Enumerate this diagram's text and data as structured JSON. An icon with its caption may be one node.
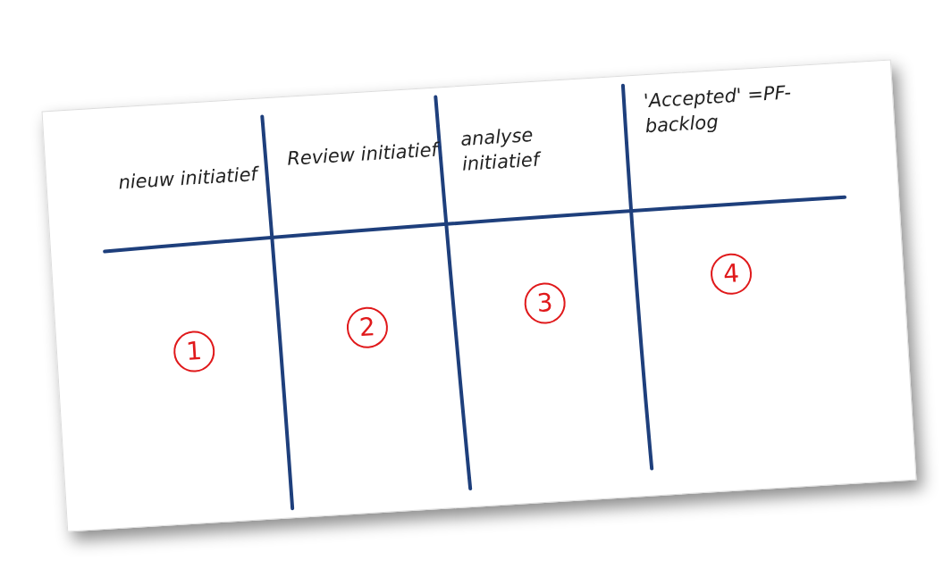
{
  "diagram": {
    "nodes": [
      {
        "text": [
          "1"
        ]
      },
      {
        "text": [
          "2"
        ]
      },
      {
        "text": [
          "3"
        ]
      },
      {
        "text": [
          "4"
        ]
      }
    ],
    "labels": [
      "nieuw initiatief",
      "Review initiatief",
      "analyse initiatief",
      "'Accepted' =PF-backlog"
    ]
  }
}
